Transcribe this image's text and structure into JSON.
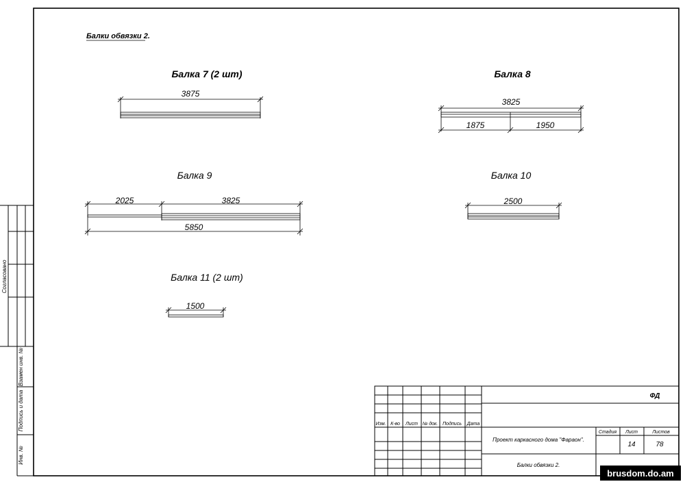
{
  "sheet": {
    "title": "Балки обвязки 2."
  },
  "beams": [
    {
      "label": "Балка 7 (2 шт)",
      "dims": [
        "3875"
      ]
    },
    {
      "label": "Балка 8",
      "dims": [
        "3825",
        "1875",
        "1950"
      ]
    },
    {
      "label": "Балка 9",
      "dims": [
        "2025",
        "3825",
        "5850"
      ]
    },
    {
      "label": "Балка 10",
      "dims": [
        "2500"
      ]
    },
    {
      "label": "Балка 11 (2 шт)",
      "dims": [
        "1500"
      ]
    }
  ],
  "side_stamp": {
    "agreed": "Согласовано",
    "replaces": "Взамен инв. №",
    "signature_date": "Подпись и дата",
    "inventory": "Инв. №"
  },
  "title_block": {
    "code": "ФД",
    "columns": [
      "Изм.",
      "К-во",
      "Лист",
      "№ док.",
      "Подпись",
      "Дата"
    ],
    "project": "Проект каркасного дома \"Фараон\".",
    "stage_label": "Стадия",
    "sheet_label": "Лист",
    "sheets_label": "Листов",
    "sheet_value": "14",
    "sheets_value": "78",
    "drawing_name": "Балки обвязки 2."
  },
  "watermark": "brusdom.do.am",
  "colors": {
    "ink": "#000000",
    "paper": "#ffffff",
    "watermark_bg": "#000000"
  }
}
